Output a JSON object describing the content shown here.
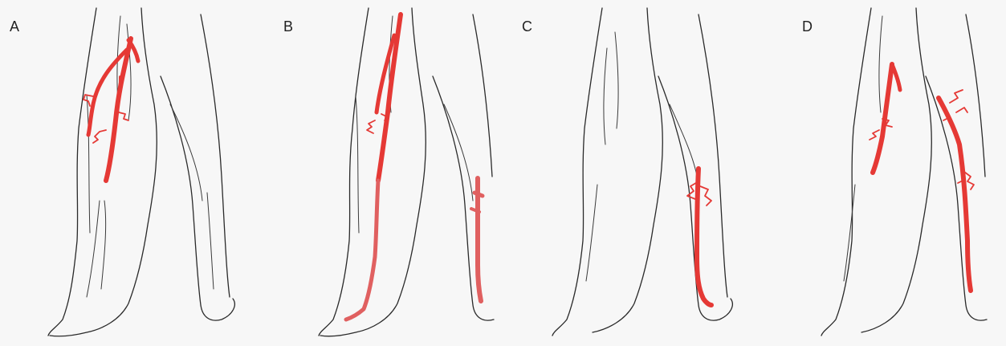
{
  "figure": {
    "colors": {
      "vein": "#e53935",
      "vein_soft": "#e06060",
      "outline": "#2a2a2a",
      "background": "#f7f7f7"
    },
    "panels": [
      {
        "label": "A"
      },
      {
        "label": "B"
      },
      {
        "label": "C"
      },
      {
        "label": "D"
      }
    ]
  }
}
